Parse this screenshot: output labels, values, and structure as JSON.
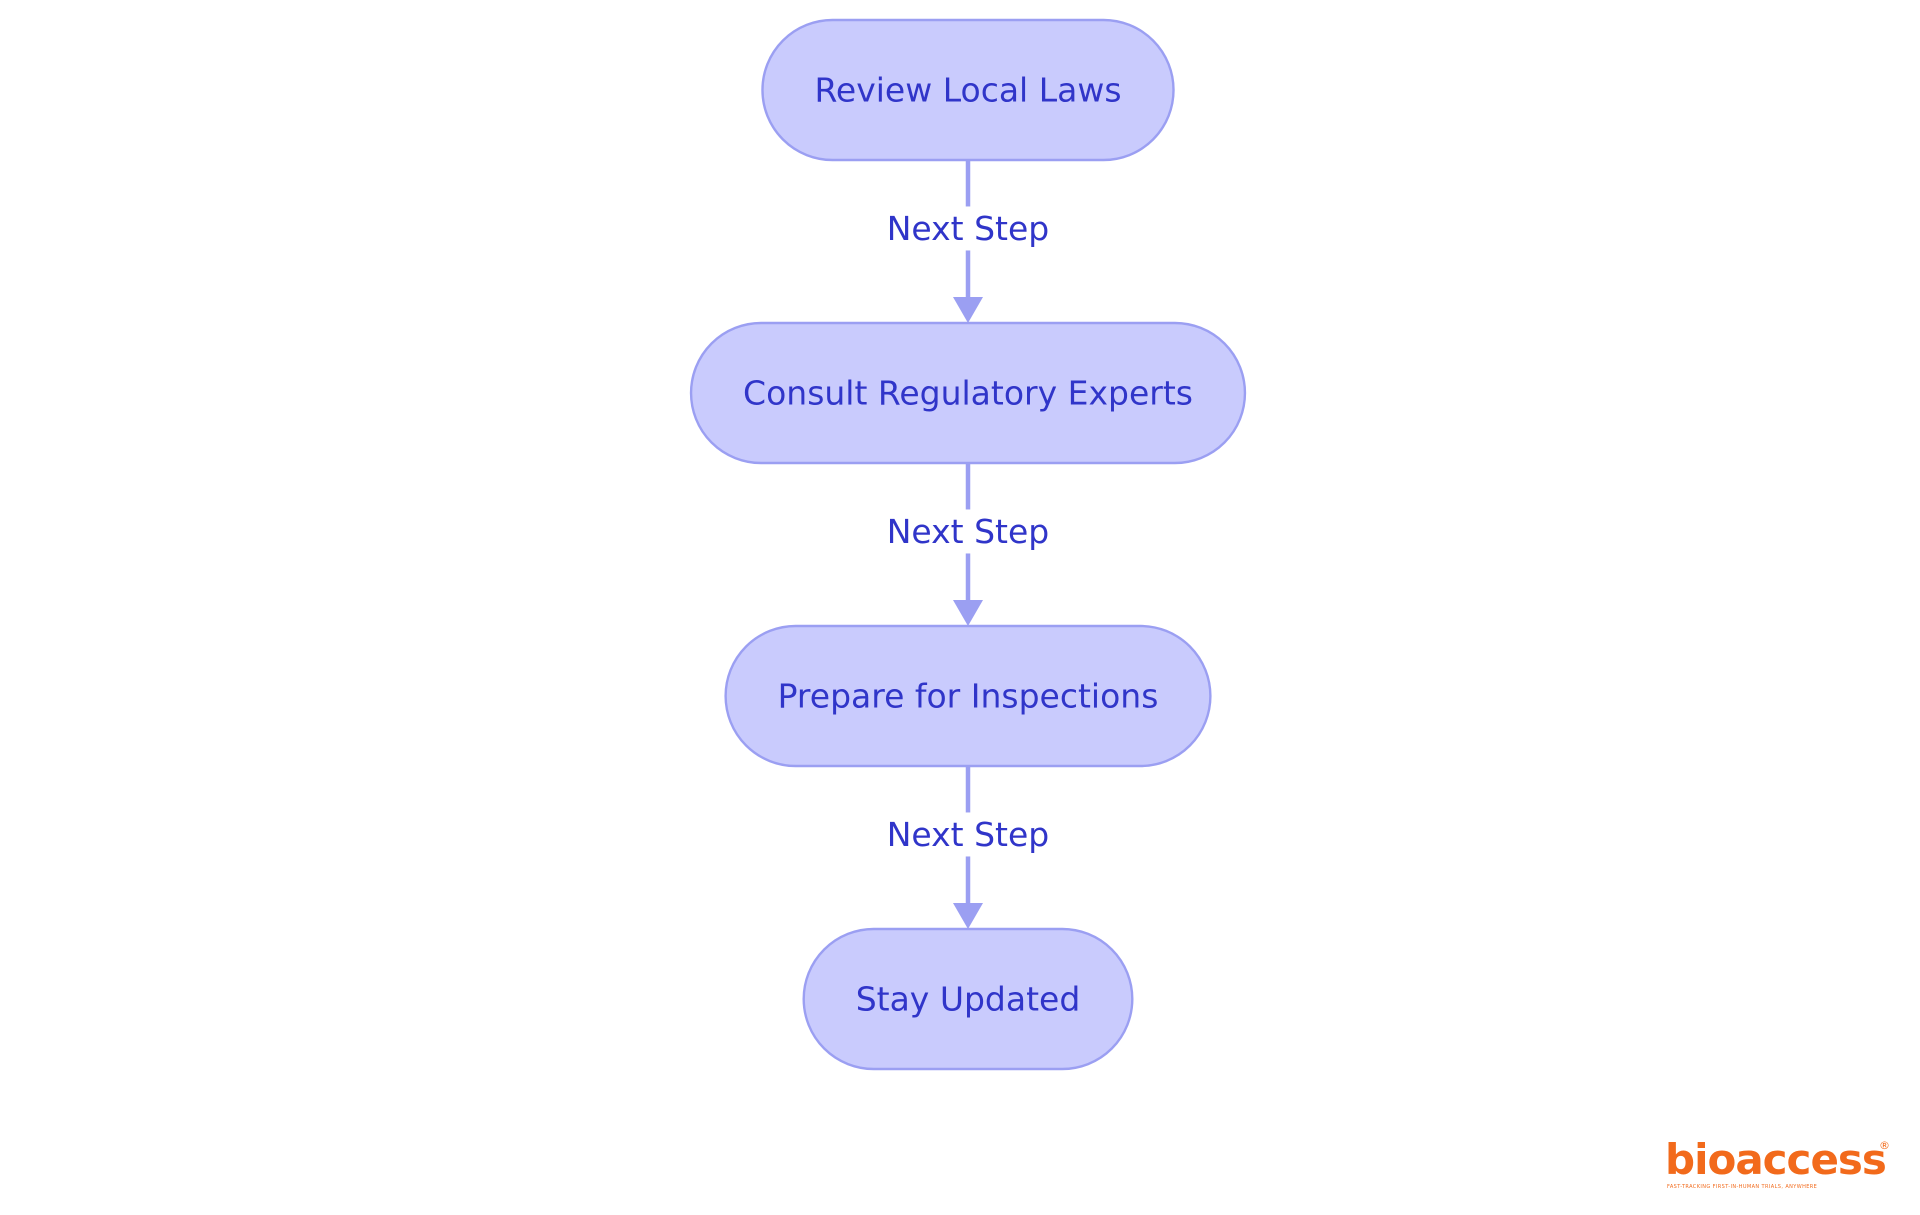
{
  "diagram": {
    "type": "flowchart",
    "direction": "top-to-bottom",
    "nodes": [
      {
        "id": "review",
        "label": "Review Local Laws"
      },
      {
        "id": "consult",
        "label": "Consult Regulatory Experts"
      },
      {
        "id": "prepare",
        "label": "Prepare for Inspections"
      },
      {
        "id": "stay",
        "label": "Stay Updated"
      }
    ],
    "edges": [
      {
        "from": "review",
        "to": "consult",
        "label": "Next Step"
      },
      {
        "from": "consult",
        "to": "prepare",
        "label": "Next Step"
      },
      {
        "from": "prepare",
        "to": "stay",
        "label": "Next Step"
      }
    ]
  },
  "colors": {
    "node_fill": "#c9cbfd",
    "node_border": "#9b9ff2",
    "text": "#3035c9",
    "connector": "#9b9ff2",
    "logo": "#f26a1b"
  },
  "logo": {
    "name": "bioaccess",
    "registered_mark": "®",
    "tagline": "FAST-TRACKING FIRST-IN-HUMAN TRIALS, ANYWHERE"
  }
}
